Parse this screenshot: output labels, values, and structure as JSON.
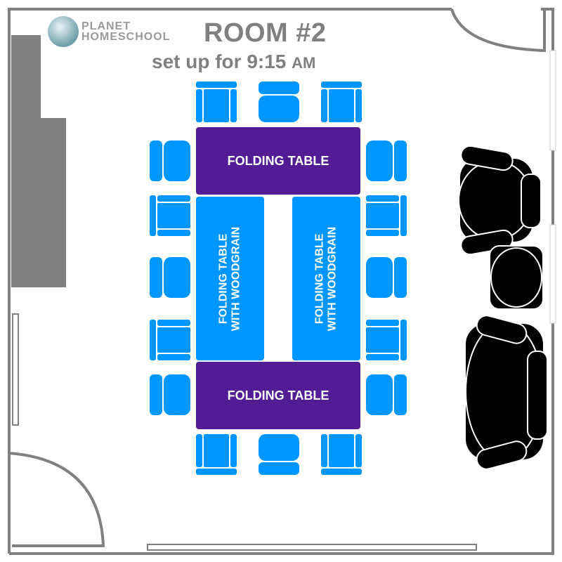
{
  "header": {
    "logo_line1": "PLANET",
    "logo_line2": "HOMESCHOOL",
    "title": "ROOM #2",
    "subtitle": "set up for 9:15",
    "subtitle_suffix": "AM"
  },
  "tables": {
    "top": "FOLDING TABLE",
    "bottom": "FOLDING TABLE",
    "left_line1": "FOLDING TABLE",
    "left_line2": "WITH WOODGRAIN",
    "right_line1": "FOLDING TABLE",
    "right_line2": "WITH WOODGRAIN"
  },
  "colors": {
    "wall": "#808080",
    "chair": "#0096ff",
    "folding_table": "#521c94",
    "woodgrain_table": "#0096ff",
    "lounge": "#000000"
  }
}
